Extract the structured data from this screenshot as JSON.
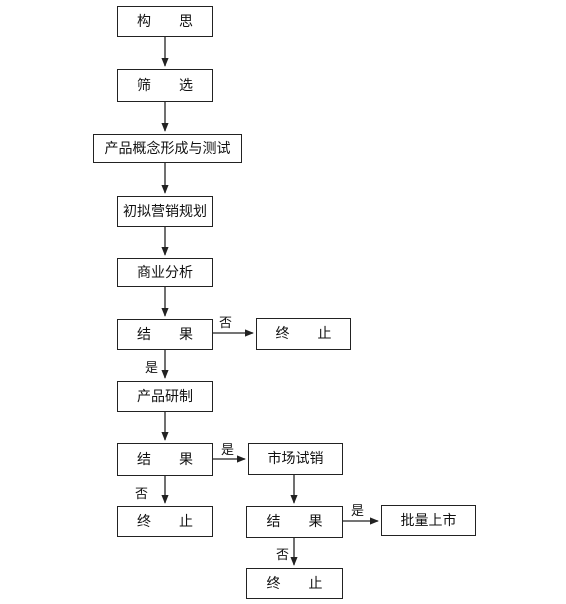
{
  "nodes": {
    "idea": "构　　思",
    "screen": "筛　　选",
    "concept": "产品概念形成与测试",
    "marketing_plan": "初拟营销规划",
    "business_analysis": "商业分析",
    "result1": "结　　果",
    "stop1": "终　　止",
    "development": "产品研制",
    "result2": "结　　果",
    "stop2": "终　　止",
    "test_market": "市场试销",
    "result3": "结　　果",
    "launch": "批量上市",
    "stop3": "终　　止"
  },
  "edge_labels": {
    "no1": "否",
    "yes1": "是",
    "yes2": "是",
    "no2": "否",
    "yes3": "是",
    "no3": "否"
  }
}
